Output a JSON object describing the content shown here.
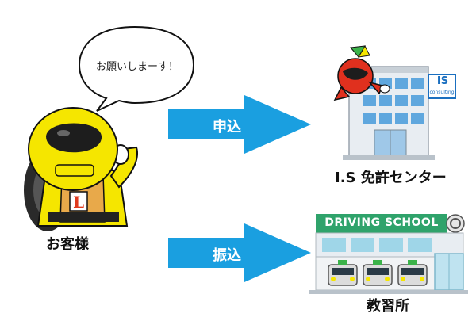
{
  "speech_bubble": {
    "text": "お願いしまーす！"
  },
  "customer": {
    "label": "お客様"
  },
  "arrows": [
    {
      "label": "申込",
      "color": "#1a9fe0"
    },
    {
      "label": "振込",
      "color": "#1a9fe0"
    }
  ],
  "license_center": {
    "label": "I.S 免許センター",
    "sign_big": "IS",
    "sign_small": "consulting"
  },
  "driving_school": {
    "label": "教習所",
    "sign": "DRIVING SCHOOL",
    "sign_color": "#2fa36b"
  }
}
